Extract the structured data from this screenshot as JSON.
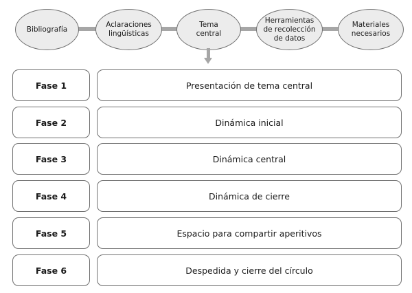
{
  "top_nodes": [
    {
      "label": "Bibliografía"
    },
    {
      "label": "Aclaraciones\nlingüísticas"
    },
    {
      "label": "Tema\ncentral"
    },
    {
      "label": "Herramientas\nde recolección\nde datos"
    },
    {
      "label": "Materiales\nnecesarios"
    }
  ],
  "phases": [
    {
      "phase": "Fase 1",
      "description": "Presentación de tema central"
    },
    {
      "phase": "Fase 2",
      "description": "Dinámica inicial"
    },
    {
      "phase": "Fase 3",
      "description": "Dinámica central"
    },
    {
      "phase": "Fase 4",
      "description": "Dinámica de cierre"
    },
    {
      "phase": "Fase 5",
      "description": "Espacio para compartir aperitivos"
    },
    {
      "phase": "Fase 6",
      "description": "Despedida y cierre del círculo"
    }
  ]
}
